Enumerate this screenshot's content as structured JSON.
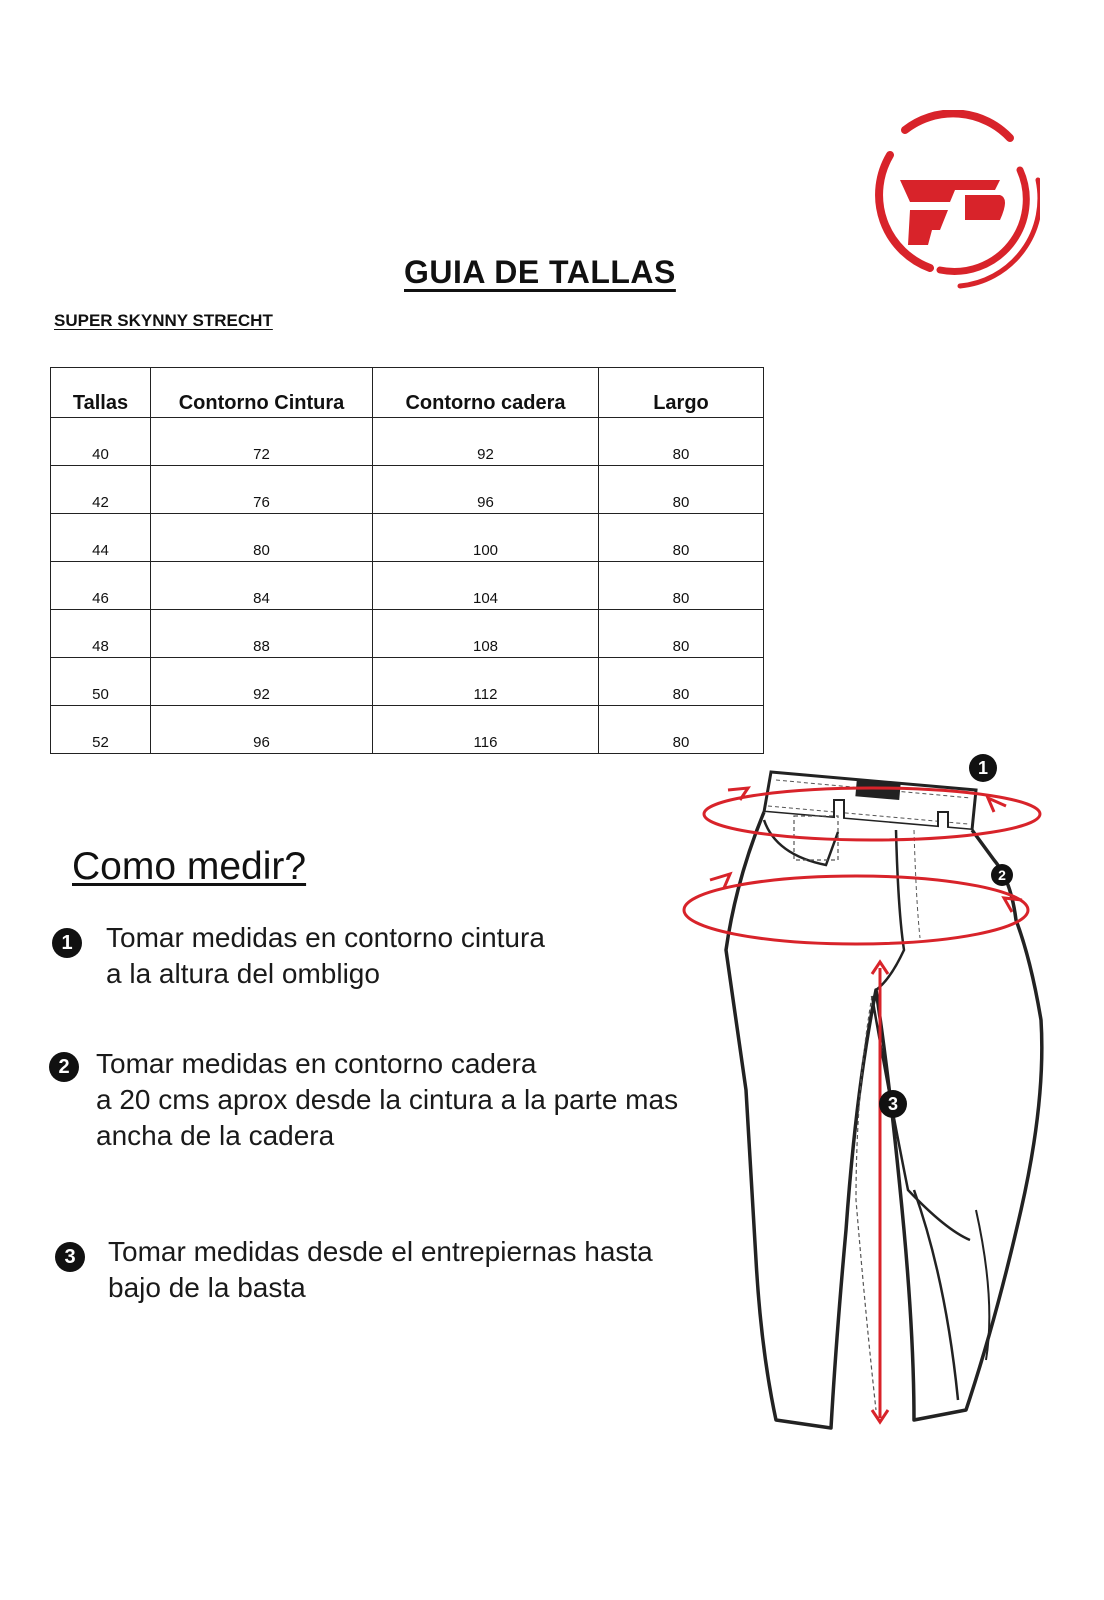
{
  "logo": {
    "name": "fp-brand-logo",
    "color": "#d8232a"
  },
  "header": {
    "title": "GUIA DE TALLAS",
    "subtitle": "SUPER SKYNNY STRECHT"
  },
  "table": {
    "headers": [
      "Tallas",
      "Contorno Cintura",
      "Contorno cadera",
      "Largo"
    ],
    "rows": [
      [
        "40",
        "72",
        "92",
        "80"
      ],
      [
        "42",
        "76",
        "96",
        "80"
      ],
      [
        "44",
        "80",
        "100",
        "80"
      ],
      [
        "46",
        "84",
        "104",
        "80"
      ],
      [
        "48",
        "88",
        "108",
        "80"
      ],
      [
        "50",
        "92",
        "112",
        "80"
      ],
      [
        "52",
        "96",
        "116",
        "80"
      ]
    ]
  },
  "howto": {
    "title": "Como medir?",
    "steps": [
      {
        "number": "1",
        "line1": "Tomar medidas en contorno cintura",
        "line2": "a la altura del ombligo",
        "line3": ""
      },
      {
        "number": "2",
        "line1": "Tomar medidas en contorno cadera",
        "line2": "a 20 cms aprox desde la cintura a la parte mas",
        "line3": "ancha de la cadera"
      },
      {
        "number": "3",
        "line1": "Tomar medidas desde el entrepiernas hasta",
        "line2": "bajo de la basta",
        "line3": ""
      }
    ]
  },
  "illustration": {
    "name": "jeans-measurement-diagram",
    "markers": [
      "1",
      "2",
      "3"
    ],
    "accent_color": "#d8232a"
  }
}
